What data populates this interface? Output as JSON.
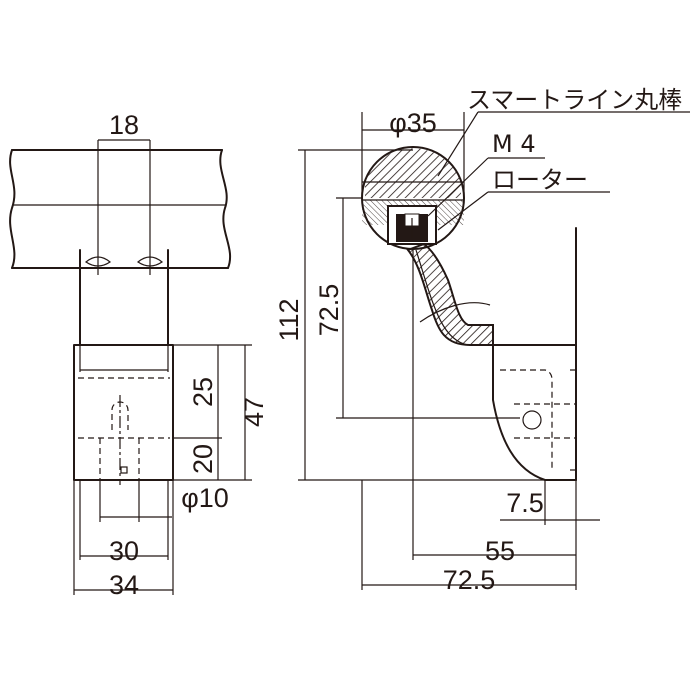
{
  "dimensions": {
    "left_view": {
      "top_width": "18",
      "upper_height": "25",
      "lower_height": "20",
      "total_height": "47",
      "hole_diameter": "φ10",
      "inner_width": "30",
      "outer_width": "34"
    },
    "side_view": {
      "rail_diameter": "φ35",
      "overall_height": "112",
      "arm_height": "72.5",
      "offset": "7.5",
      "reach": "55",
      "overall_width": "72.5"
    }
  },
  "callouts": {
    "rail": "スマートライン丸棒",
    "screw": "M 4",
    "rotor": "ローター"
  },
  "colors": {
    "ink": "#231815",
    "background": "#ffffff"
  }
}
